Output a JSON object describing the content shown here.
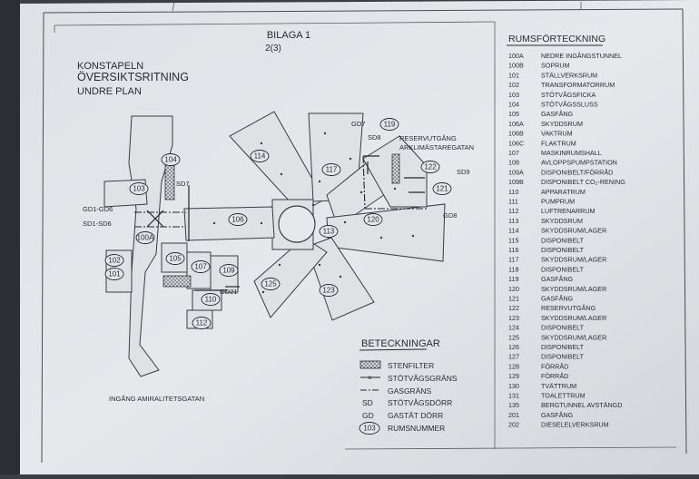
{
  "header": {
    "appendix": "BILAGA 1",
    "page": "2(3)",
    "site": "KONSTAPELN",
    "title": "ÖVERSIKTSRITNING",
    "floor": "UNDRE PLAN"
  },
  "plan_labels": {
    "gd1_gd6": "GD1-GD6",
    "sd1_sd6": "SD1-SD6",
    "sd7": "SD7",
    "gd7": "GD7",
    "sd8": "SD8",
    "sd9": "SD9",
    "gd8": "GD8",
    "gd21": "GD21",
    "reserve_exit": "RESERVUTGÅNG",
    "reserve_exit_street": "ARKLIMÄSTAREGATAN",
    "entrance": "INGÅNG AMIRALITETSGATAN"
  },
  "room_tags": {
    "r104": "104",
    "r103": "103",
    "r100a": "100A",
    "r102": "102",
    "r101": "101",
    "r105": "105",
    "r106": "106",
    "r107": "107",
    "r109": "109",
    "r110": "110",
    "r112": "112",
    "r114": "114",
    "r117": "117",
    "r113": "113",
    "r120": "120",
    "r119": "119",
    "r122": "122",
    "r121": "121",
    "r125": "125",
    "r123": "123"
  },
  "legend": {
    "title": "BETECKNINGAR",
    "items": [
      {
        "code": "",
        "label": "STENFILTER"
      },
      {
        "code": "",
        "label": "STÖTVÅGSGRÄNS"
      },
      {
        "code": "",
        "label": "GASGRÄNS"
      },
      {
        "code": "SD",
        "label": "STÖTVÅGSDÖRR"
      },
      {
        "code": "GD",
        "label": "GASTÄT DÖRR"
      },
      {
        "code": "103",
        "label": "RUMSNUMMER"
      }
    ]
  },
  "room_list": {
    "title": "RUMSFÖRTECKNING",
    "rows": [
      {
        "num": "100A",
        "name": "NEDRE INGÅNGSTUNNEL"
      },
      {
        "num": "100B",
        "name": "SOPRUM"
      },
      {
        "num": "101",
        "name": "STÄLLVERKSRUM"
      },
      {
        "num": "102",
        "name": "TRANSFORMATORRUM"
      },
      {
        "num": "103",
        "name": "STÖTVÅGSFICKA"
      },
      {
        "num": "104",
        "name": "STÖTVÅGSSLUSS"
      },
      {
        "num": "105",
        "name": "GASFÅNG"
      },
      {
        "num": "106A",
        "name": "SKYDDSRUM"
      },
      {
        "num": "106B",
        "name": "VAKTRUM"
      },
      {
        "num": "106C",
        "name": "FLAKTRUM"
      },
      {
        "num": "107",
        "name": "MASKINRUMSHALL"
      },
      {
        "num": "108",
        "name": "AVLOPPSPUMPSTATION"
      },
      {
        "num": "109A",
        "name": "DISPONIBELT/FÖRRÅD"
      },
      {
        "num": "109B",
        "name": "DISPONIBELT CO₂-RENING"
      },
      {
        "num": "110",
        "name": "APPARATRUM"
      },
      {
        "num": "111",
        "name": "PUMPRUM"
      },
      {
        "num": "112",
        "name": "LUFTRENARRUM"
      },
      {
        "num": "113",
        "name": "SKYDDSRUM"
      },
      {
        "num": "114",
        "name": "SKYDDSRUM/LAGER"
      },
      {
        "num": "115",
        "name": "DISPONIBELT"
      },
      {
        "num": "116",
        "name": "DISPONIBELT"
      },
      {
        "num": "117",
        "name": "SKYDDSRUM/LAGER"
      },
      {
        "num": "118",
        "name": "DISPONIBELT"
      },
      {
        "num": "119",
        "name": "GASFÅNG"
      },
      {
        "num": "120",
        "name": "SKYDDSRUM/LAGER"
      },
      {
        "num": "121",
        "name": "GASFÅNG"
      },
      {
        "num": "122",
        "name": "RESERVUTGÅNG"
      },
      {
        "num": "123",
        "name": "SKYDDSRUM/LAGER"
      },
      {
        "num": "124",
        "name": "DISPONIBELT"
      },
      {
        "num": "125",
        "name": "SKYDDSRUM/LAGER"
      },
      {
        "num": "126",
        "name": "DISPONIBELT"
      },
      {
        "num": "127",
        "name": "DISPONIBELT"
      },
      {
        "num": "128",
        "name": "FÖRRÅD"
      },
      {
        "num": "129",
        "name": "FÖRRÅD"
      },
      {
        "num": "130",
        "name": "TVÄTTRUM"
      },
      {
        "num": "131",
        "name": "TOALETTRUM"
      },
      {
        "num": "135",
        "name": "BERGTUNNEL AVSTÄNGD"
      },
      {
        "num": "201",
        "name": "GASFÅNG"
      },
      {
        "num": "202",
        "name": "DIESELELVERKSRUM"
      }
    ]
  }
}
